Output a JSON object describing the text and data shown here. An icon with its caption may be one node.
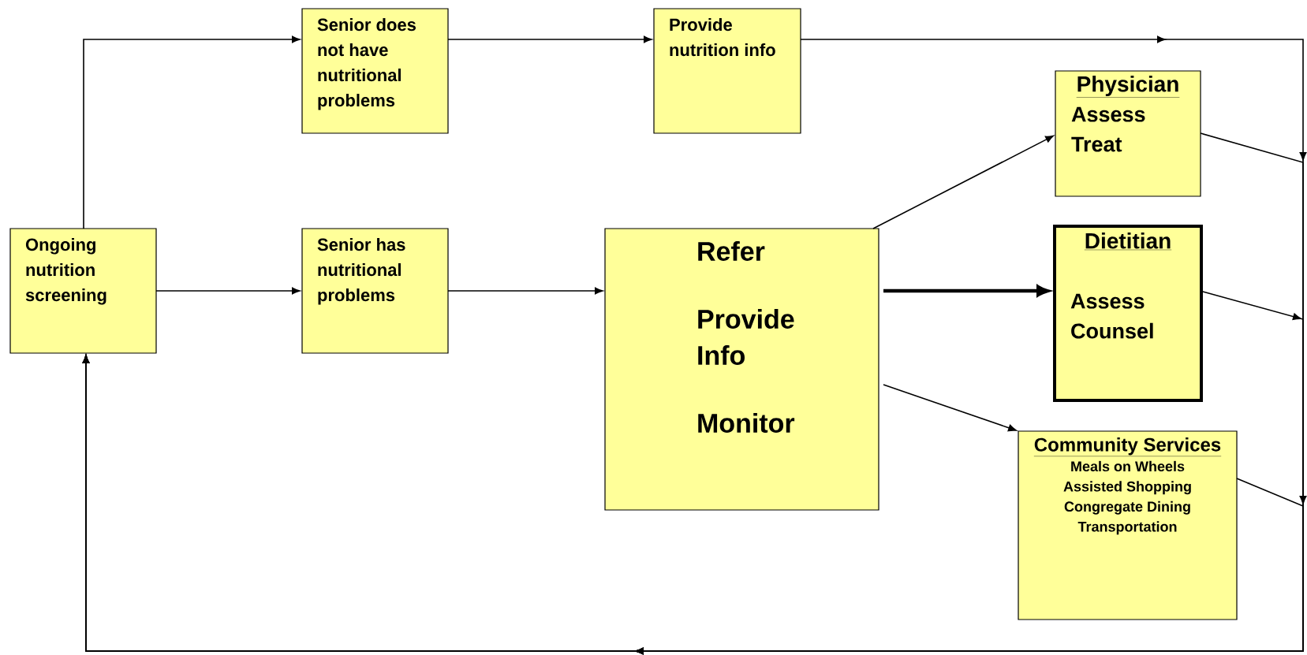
{
  "diagram": {
    "nodes": [
      {
        "text": [
          "Ongoing nutrition screening"
        ]
      },
      {
        "text": [
          "Senior does not have nutritional problems"
        ]
      },
      {
        "text": [
          "Provide nutrition info"
        ]
      },
      {
        "text": [
          "Senior has nutritional problems"
        ]
      },
      {
        "text": [
          "Refer",
          "Provide Info",
          "Monitor"
        ]
      },
      {
        "text": [
          "Physician",
          "Assess",
          "Treat"
        ]
      },
      {
        "text": [
          "Dietitian",
          "Assess",
          "Counsel"
        ]
      },
      {
        "text": [
          "Community Services",
          "Meals on Wheels",
          "Assisted Shopping",
          "Congregate Dining",
          "Transportation"
        ]
      }
    ],
    "edges": [
      {
        "from": 0,
        "to": 1,
        "arrow": "to"
      },
      {
        "from": 1,
        "to": 2,
        "arrow": "to"
      },
      {
        "from": 2,
        "to": 0,
        "arrow": "to"
      },
      {
        "from": 0,
        "to": 3,
        "arrow": "to"
      },
      {
        "from": 3,
        "to": 4,
        "arrow": "to"
      },
      {
        "from": 4,
        "to": 5,
        "arrow": "to"
      },
      {
        "from": 4,
        "to": 6,
        "arrow": "to",
        "style": "thick"
      },
      {
        "from": 4,
        "to": 7,
        "arrow": "to"
      },
      {
        "from": 5,
        "to": 0,
        "arrow": "to"
      },
      {
        "from": 6,
        "to": 0,
        "arrow": "to"
      },
      {
        "from": 7,
        "to": 0,
        "arrow": "to"
      }
    ]
  }
}
